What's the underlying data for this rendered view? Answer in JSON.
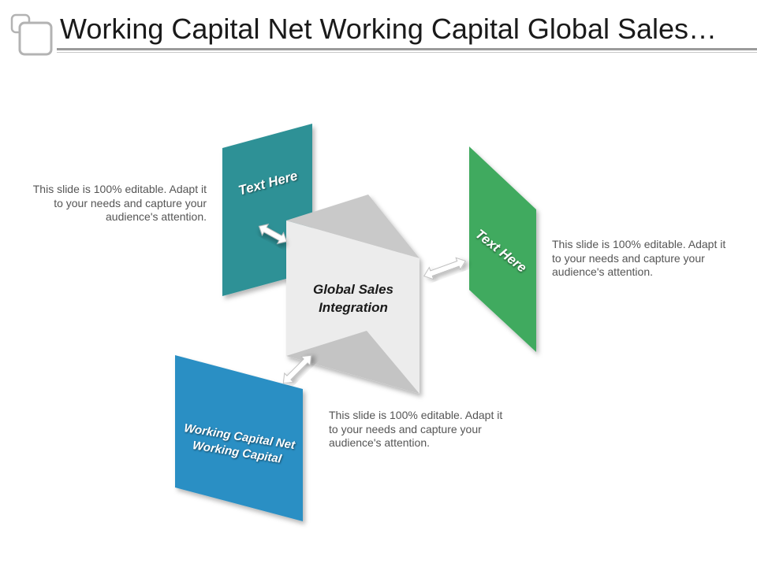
{
  "title": "Working Capital Net Working Capital Global Sales…",
  "center_label": "Global Sales Integration",
  "panels": {
    "teal": {
      "label": "Text Here"
    },
    "green": {
      "label": "Text Here"
    },
    "blue": {
      "label": "Working Capital Net Working Capital"
    }
  },
  "descriptions": {
    "left": "This slide is 100% editable. Adapt it to your needs and capture your audience's attention.",
    "right": "This slide is 100% editable. Adapt it to your needs and capture your audience's attention.",
    "bottom": "This slide is 100% editable. Adapt it to your needs and capture your audience's attention."
  },
  "colors": {
    "teal": "#2e9196",
    "green": "#3faa5e",
    "blue": "#2a8fc4",
    "center_face": "#ececec"
  }
}
